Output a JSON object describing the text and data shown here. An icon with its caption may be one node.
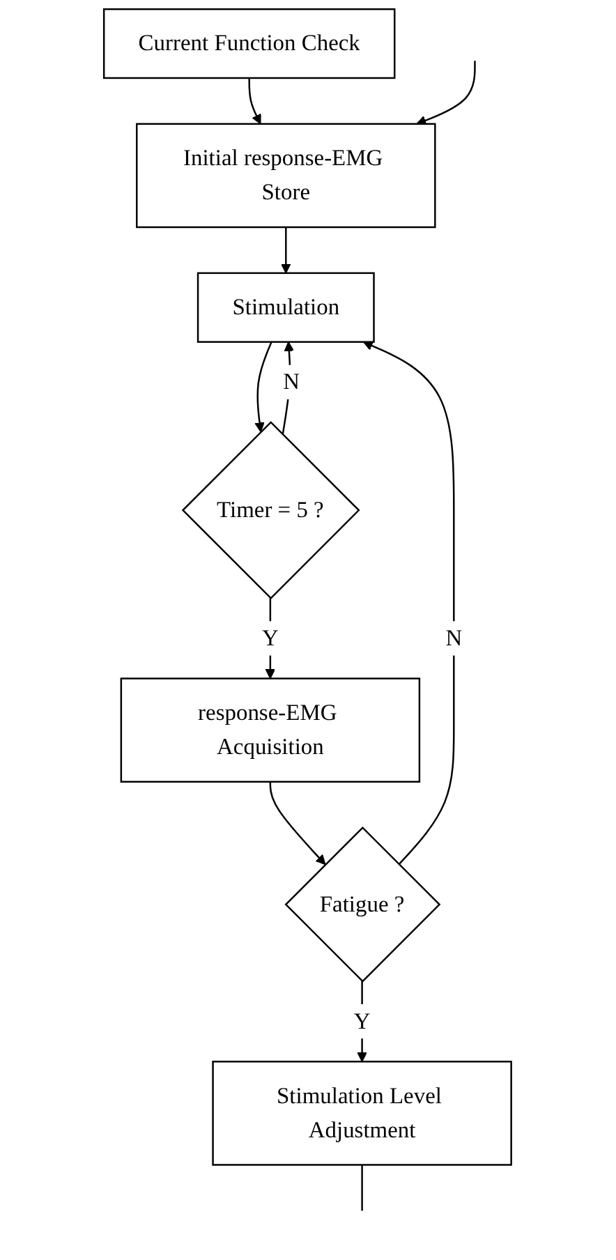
{
  "diagram": {
    "nodes": [
      {
        "text": [
          "Current Function Check"
        ]
      },
      {
        "text": [
          "Initial response-EMG Store"
        ]
      },
      {
        "text": [
          "Stimulation"
        ]
      },
      {
        "text": [
          "Timer = 5 ?"
        ]
      },
      {
        "text": [
          "response-EMG Acquisition"
        ]
      },
      {
        "text": [
          "Fatigue ?"
        ]
      },
      {
        "text": [
          "Stimulation Level Adjustment"
        ]
      }
    ],
    "edges": [
      {
        "from": 0,
        "to": 1,
        "arrow": "to"
      },
      {
        "from": null,
        "to": 1,
        "arrow": "to"
      },
      {
        "from": 1,
        "to": 2,
        "arrow": "to"
      },
      {
        "from": 2,
        "to": 3,
        "arrow": "to"
      },
      {
        "from": 3,
        "to": 2,
        "label": "N",
        "arrow": "to"
      },
      {
        "from": 3,
        "to": 4,
        "label": "Y",
        "arrow": "to"
      },
      {
        "from": 4,
        "to": 5,
        "arrow": "to"
      },
      {
        "from": 5,
        "to": 2,
        "label": "N",
        "arrow": "to"
      },
      {
        "from": 5,
        "to": 6,
        "label": "Y",
        "arrow": "to"
      },
      {
        "from": 6,
        "to": null,
        "arrow": "none"
      }
    ]
  }
}
